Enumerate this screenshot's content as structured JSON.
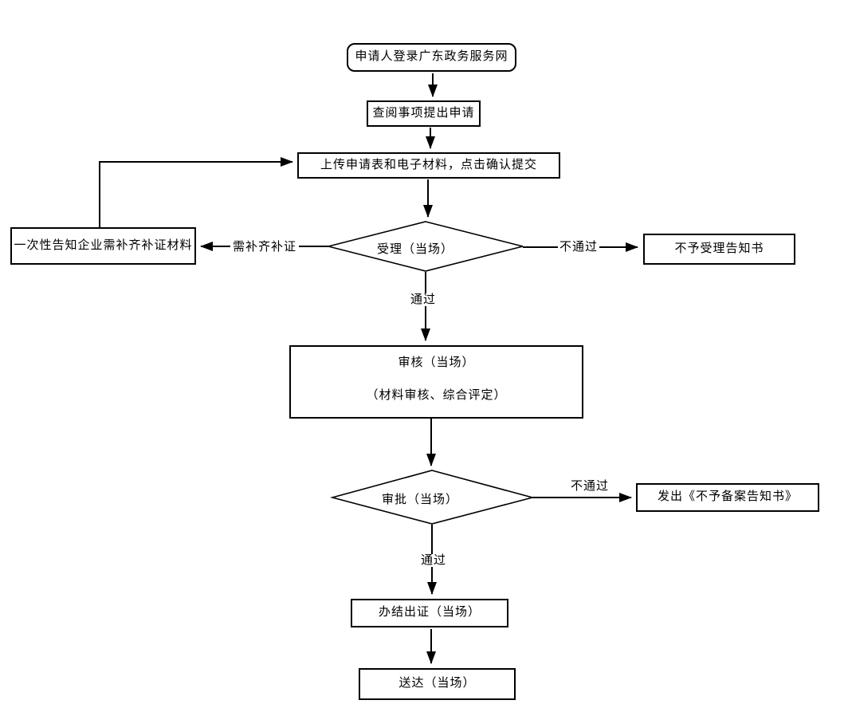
{
  "diagram": {
    "background_color": "#ffffff",
    "line_color": "#000000",
    "text_color": "#000000"
  },
  "nodes": {
    "login": {
      "label": "申请人登录广东政务服务网"
    },
    "review": {
      "label": "查阅事项提出申请"
    },
    "upload": {
      "label": "上传申请表和电子材料，点击确认提交"
    },
    "accept": {
      "label": "受理（当场）"
    },
    "notify_supplement": {
      "label": "一次性告知企业需补齐补证材料"
    },
    "reject_accept": {
      "label": "不予受理告知书"
    },
    "audit": {
      "line1": "审核（当场）",
      "line2": "（材料审核、综合评定）"
    },
    "approve": {
      "label": "审批（当场）"
    },
    "reject_record": {
      "label": "发出《不予备案告知书》"
    },
    "complete": {
      "label": "办结出证（当场）"
    },
    "deliver": {
      "label": "送达（当场）"
    }
  },
  "edge_labels": {
    "need_supplement": "需补齐补证",
    "accept_fail": "不通过",
    "accept_pass": "通过",
    "approve_fail": "不通过",
    "approve_pass": "通过"
  }
}
